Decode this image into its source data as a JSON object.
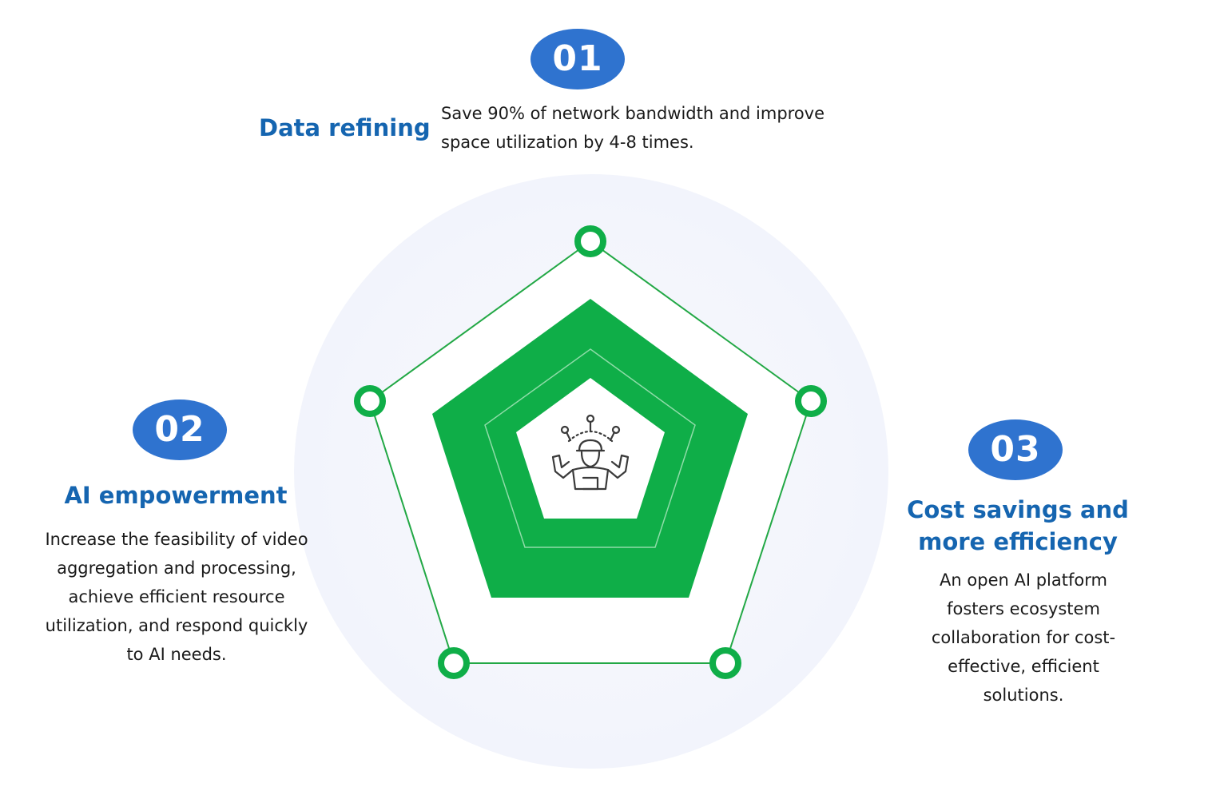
{
  "items": [
    {
      "number": "01",
      "title": "Data refining",
      "description": "Save 90% of network bandwidth and improve space utilization by 4-8 times."
    },
    {
      "number": "02",
      "title": "AI empowerment",
      "description": "Increase the feasibility of video aggregation and processing, achieve efficient resource utilization, and respond quickly to AI needs."
    },
    {
      "number": "03",
      "title": "Cost savings and more efficiency",
      "description": "An open AI platform fosters ecosystem collaboration for cost-effective, efficient solutions."
    }
  ],
  "center_icon": "worker-with-tools-icon",
  "colors": {
    "badge": "#2f73cf",
    "heading": "#1565b0",
    "body_text": "#1a1a1a",
    "pentagon_fill": "#0fae48",
    "outline": "#22a845",
    "background_circle": "#f3f5fc"
  }
}
